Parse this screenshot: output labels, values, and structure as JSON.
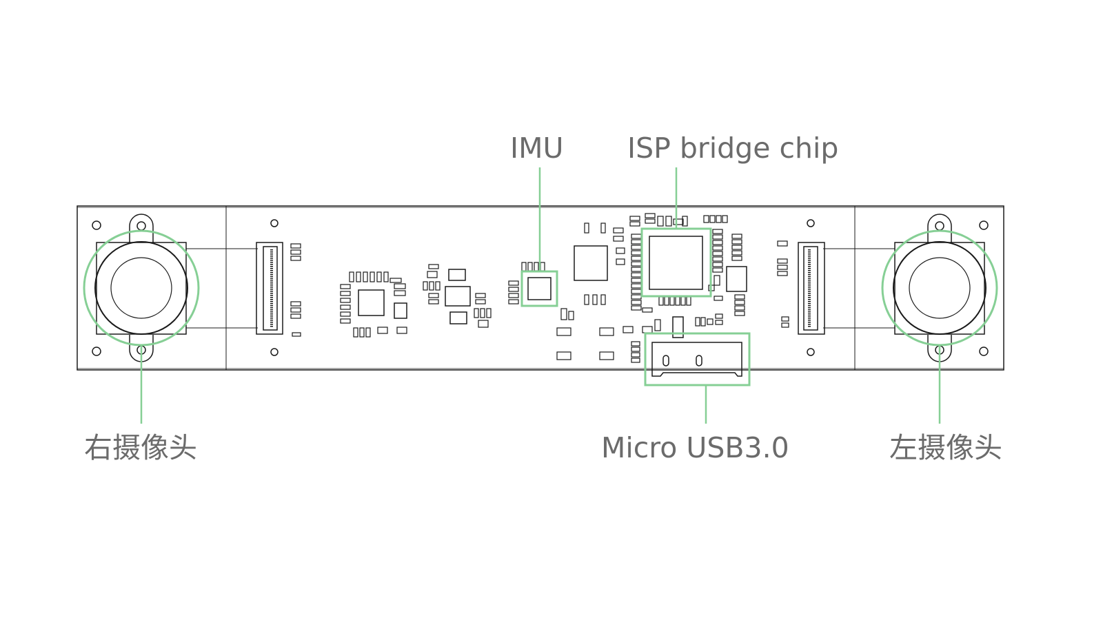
{
  "labels": {
    "imu": "IMU",
    "isp": "ISP bridge chip",
    "right_camera": "右摄像头",
    "micro_usb": "Micro USB3.0",
    "left_camera": "左摄像头"
  },
  "colors": {
    "highlight": "#86cf95",
    "outline": "#1a1a1a",
    "label": "#6b6b6b"
  }
}
